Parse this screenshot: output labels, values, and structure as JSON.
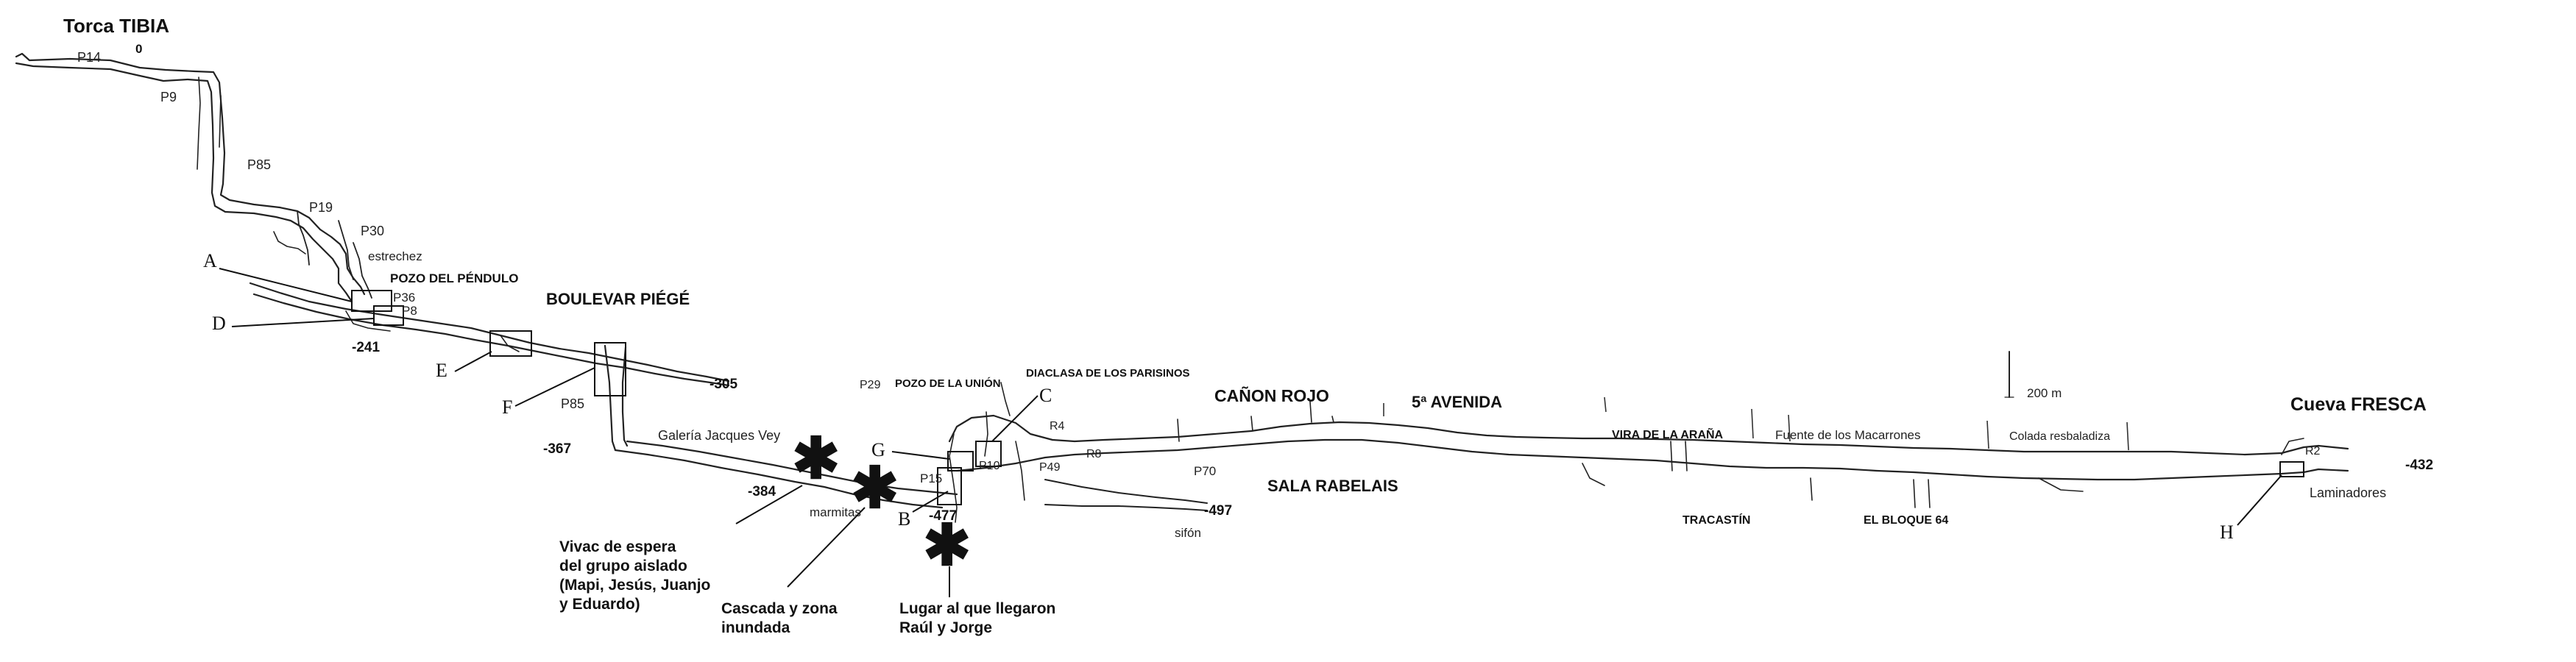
{
  "survey": {
    "entrances": {
      "tibia": "Torca TIBIA",
      "fresca": "Cueva FRESCA"
    },
    "sections": {
      "pozo_pendulo": "POZO DEL PÉNDULO",
      "boulevar": "BOULEVAR PIÉGÉ",
      "pozo_union": "POZO DE LA UNIÓN",
      "diaclasa": "DIACLASA DE LOS PARISINOS",
      "canon_rojo": "CAÑON ROJO",
      "avenida5": "5ª AVENIDA",
      "sala_rabelais": "SALA RABELAIS",
      "vira_arana": "VIRA DE LA ARAÑA",
      "tracastin": "TRACASTÍN",
      "bloque64": "EL BLOQUE 64"
    },
    "features": {
      "galeria_jv": "Galería Jacques Vey",
      "marmitas": "marmitas",
      "sifon": "sifón",
      "fuente": "Fuente de los Macarrones",
      "colada": "Colada resbaladiza",
      "laminadores": "Laminadores",
      "estrechez": "estrechez"
    },
    "shafts": {
      "p14": "P14",
      "p9": "P9",
      "p85a": "P85",
      "p19": "P19",
      "p30": "P30",
      "p36": "P36",
      "p8": "P8",
      "p85b": "P85",
      "p29": "P29",
      "p15": "P15",
      "p10": "P10",
      "r4": "R4",
      "r8": "R8",
      "p49": "P49",
      "p70": "P70",
      "r2": "R2"
    },
    "depths": {
      "d0": "0",
      "d241": "-241",
      "d305": "-305",
      "d367": "-367",
      "d384": "-384",
      "d477": "-477",
      "d497": "-497",
      "d432": "-432"
    },
    "scale": "200 m",
    "markers": {
      "a": "A",
      "b": "B",
      "c": "C",
      "d": "D",
      "e": "E",
      "f": "F",
      "g": "G",
      "h": "H"
    },
    "annotations": {
      "vivac": [
        "Vivac de espera",
        "del grupo aislado",
        "(Mapi, Jesús, Juanjo",
        "y Eduardo)"
      ],
      "cascada": [
        "Cascada y zona",
        "inundada"
      ],
      "lugar": [
        "Lugar al que llegaron",
        "Raúl y Jorge"
      ]
    },
    "asterisk": "✱"
  }
}
